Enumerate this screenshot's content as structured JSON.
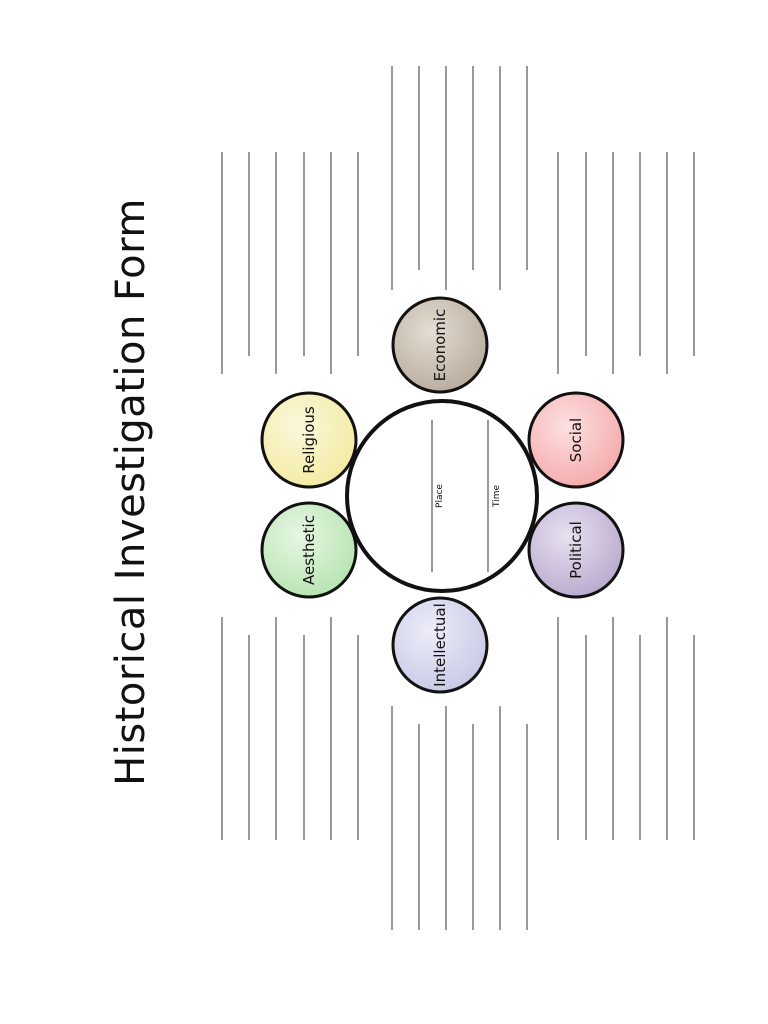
{
  "form": {
    "title": "Historical Investigation Form",
    "center": {
      "place_label": "Place",
      "time_label": "Time"
    },
    "categories": [
      {
        "label": "Religious",
        "color": "#f3eaa0"
      },
      {
        "label": "Aesthetic",
        "color": "#b6e3b0"
      },
      {
        "label": "Economic",
        "color": "#b7ab9b"
      },
      {
        "label": "Intellectual",
        "color": "#c7c8e6"
      },
      {
        "label": "Social",
        "color": "#f4a9ab"
      },
      {
        "label": "Political",
        "color": "#b8a9cc"
      }
    ]
  }
}
